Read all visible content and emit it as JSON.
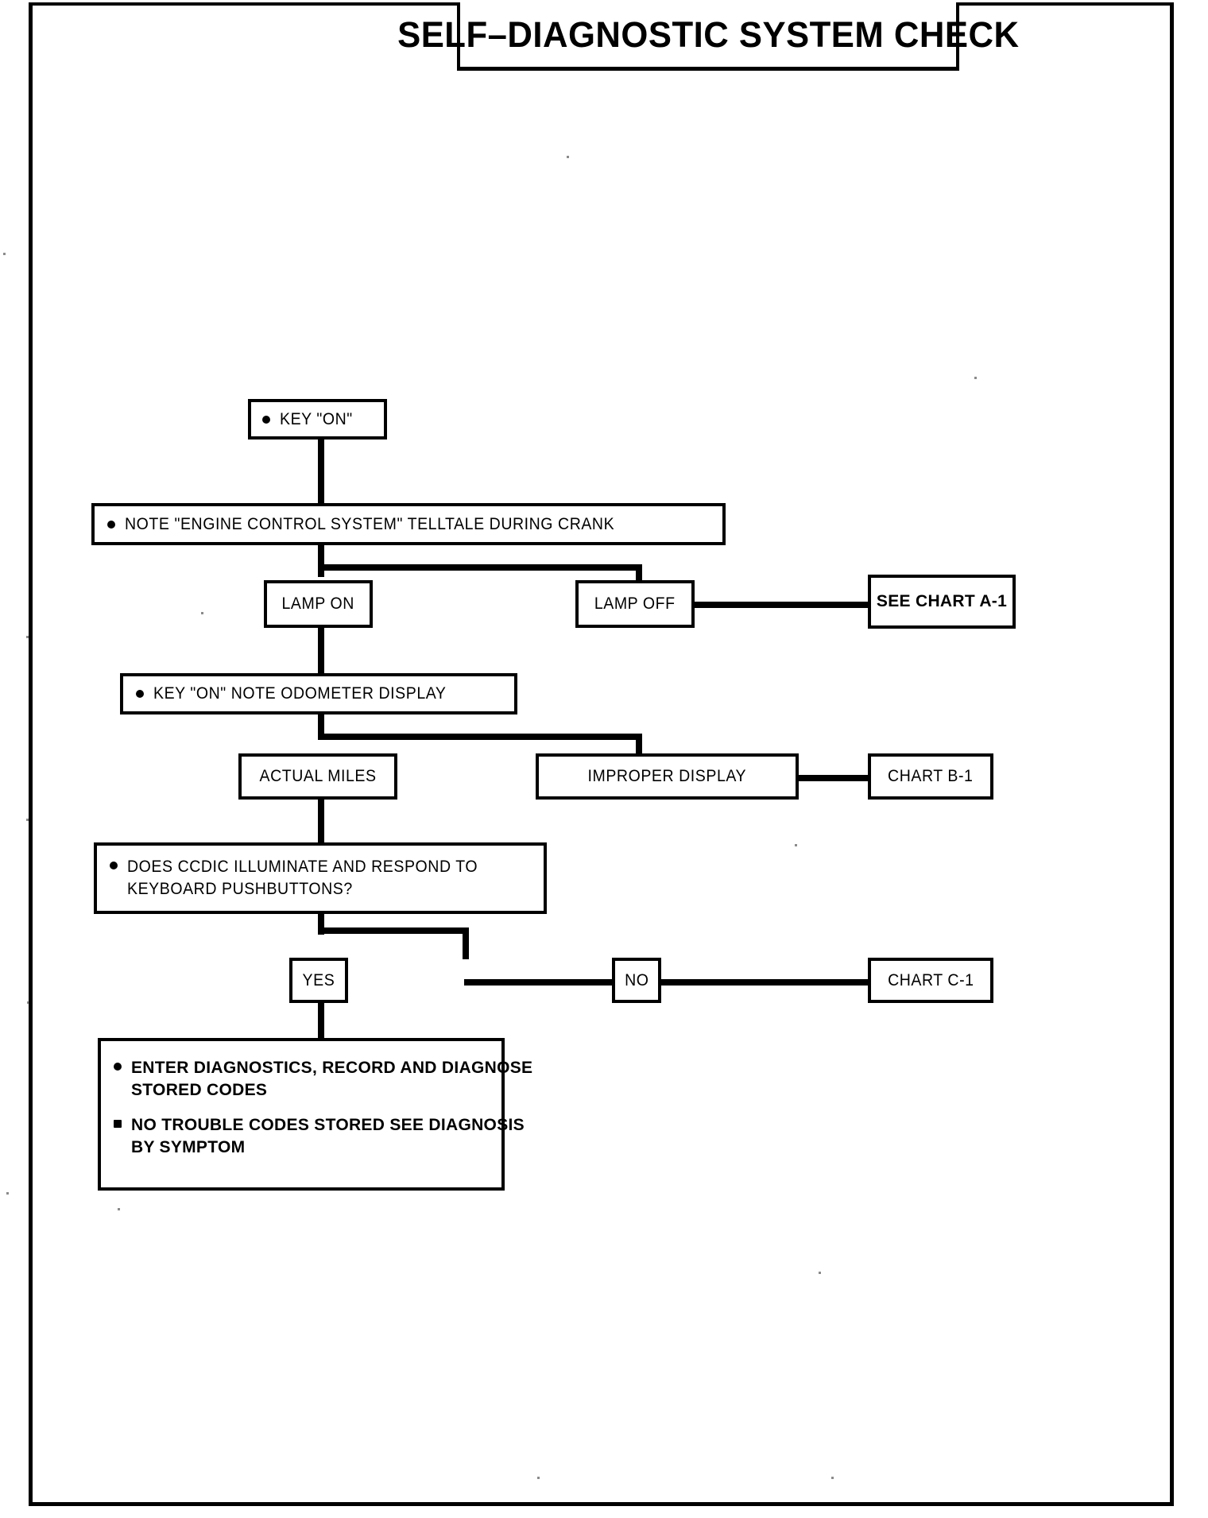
{
  "document": {
    "title": "SELF–DIAGNOSTIC SYSTEM CHECK",
    "type": "diagnostic-flowchart"
  },
  "chart_data": {
    "type": "flowchart",
    "title": "SELF–DIAGNOSTIC SYSTEM CHECK",
    "nodes": [
      {
        "id": "key-on",
        "label": "KEY \"ON\"",
        "bullet": "round"
      },
      {
        "id": "note-telltale",
        "label": "NOTE \"ENGINE CONTROL SYSTEM\" TELLTALE DURING CRANK",
        "bullet": "round"
      },
      {
        "id": "lamp-on",
        "label": "LAMP ON",
        "bullet": "none"
      },
      {
        "id": "lamp-off",
        "label": "LAMP OFF",
        "bullet": "none"
      },
      {
        "id": "see-chart-a1",
        "label": "SEE CHART A-1",
        "bullet": "none"
      },
      {
        "id": "key-on-odometer",
        "label": "KEY \"ON\" NOTE ODOMETER DISPLAY",
        "bullet": "round"
      },
      {
        "id": "actual-miles",
        "label": "ACTUAL MILES",
        "bullet": "none"
      },
      {
        "id": "improper-display",
        "label": "IMPROPER DISPLAY",
        "bullet": "none"
      },
      {
        "id": "chart-b1",
        "label": "CHART B-1",
        "bullet": "none"
      },
      {
        "id": "ccdic-question-l1",
        "label": "DOES CCDIC ILLUMINATE AND RESPOND TO",
        "bullet": "round"
      },
      {
        "id": "ccdic-question-l2",
        "label": "KEYBOARD PUSHBUTTONS?",
        "bullet": "none"
      },
      {
        "id": "yes",
        "label": "YES",
        "bullet": "none"
      },
      {
        "id": "no",
        "label": "NO",
        "bullet": "none"
      },
      {
        "id": "chart-c1",
        "label": "CHART C-1",
        "bullet": "none"
      },
      {
        "id": "result-1-l1",
        "label": "ENTER DIAGNOSTICS, RECORD AND DIAGNOSE",
        "bullet": "round"
      },
      {
        "id": "result-1-l2",
        "label": "STORED CODES",
        "bullet": "none"
      },
      {
        "id": "result-2-l1",
        "label": "NO TROUBLE CODES STORED SEE DIAGNOSIS",
        "bullet": "square"
      },
      {
        "id": "result-2-l2",
        "label": "BY SYMPTOM",
        "bullet": "none"
      }
    ],
    "edges": [
      {
        "from": "key-on",
        "to": "note-telltale",
        "kind": "straight"
      },
      {
        "from": "note-telltale",
        "to": "lamp-on",
        "kind": "branch-left"
      },
      {
        "from": "note-telltale",
        "to": "lamp-off",
        "kind": "branch-right"
      },
      {
        "from": "lamp-off",
        "to": "see-chart-a1",
        "kind": "horizontal"
      },
      {
        "from": "lamp-on",
        "to": "key-on-odometer",
        "kind": "straight"
      },
      {
        "from": "key-on-odometer",
        "to": "actual-miles",
        "kind": "branch-left"
      },
      {
        "from": "key-on-odometer",
        "to": "improper-display",
        "kind": "branch-right"
      },
      {
        "from": "improper-display",
        "to": "chart-b1",
        "kind": "horizontal"
      },
      {
        "from": "actual-miles",
        "to": "ccdic-question",
        "kind": "straight"
      },
      {
        "from": "ccdic-question",
        "to": "yes",
        "kind": "branch-left"
      },
      {
        "from": "ccdic-question",
        "to": "no",
        "kind": "branch-right"
      },
      {
        "from": "no",
        "to": "chart-c1",
        "kind": "horizontal"
      },
      {
        "from": "yes",
        "to": "result-box",
        "kind": "straight"
      }
    ]
  },
  "boxes": {
    "key_on": {
      "label": "KEY \"ON\""
    },
    "note_telltale": {
      "label": "NOTE \"ENGINE CONTROL SYSTEM\" TELLTALE DURING CRANK"
    },
    "lamp_on": {
      "label": "LAMP ON"
    },
    "lamp_off": {
      "label": "LAMP OFF"
    },
    "see_chart_a1": {
      "label": "SEE CHART A-1"
    },
    "key_on_odometer": {
      "label": "KEY \"ON\" NOTE ODOMETER DISPLAY"
    },
    "actual_miles": {
      "label": "ACTUAL MILES"
    },
    "improper_display": {
      "label": "IMPROPER DISPLAY"
    },
    "chart_b1": {
      "label": "CHART B-1"
    },
    "ccdic_question": {
      "line1": "DOES CCDIC ILLUMINATE AND RESPOND TO",
      "line2": "KEYBOARD PUSHBUTTONS?"
    },
    "yes": {
      "label": "YES"
    },
    "no": {
      "label": "NO"
    },
    "chart_c1": {
      "label": "CHART C-1"
    },
    "result": {
      "item1_line1": "ENTER DIAGNOSTICS, RECORD AND DIAGNOSE",
      "item1_line2": "STORED CODES",
      "item2_line1": "NO TROUBLE CODES STORED SEE DIAGNOSIS",
      "item2_line2": "BY SYMPTOM"
    }
  },
  "colors": {
    "ink": "#000000",
    "paper": "#ffffff"
  }
}
